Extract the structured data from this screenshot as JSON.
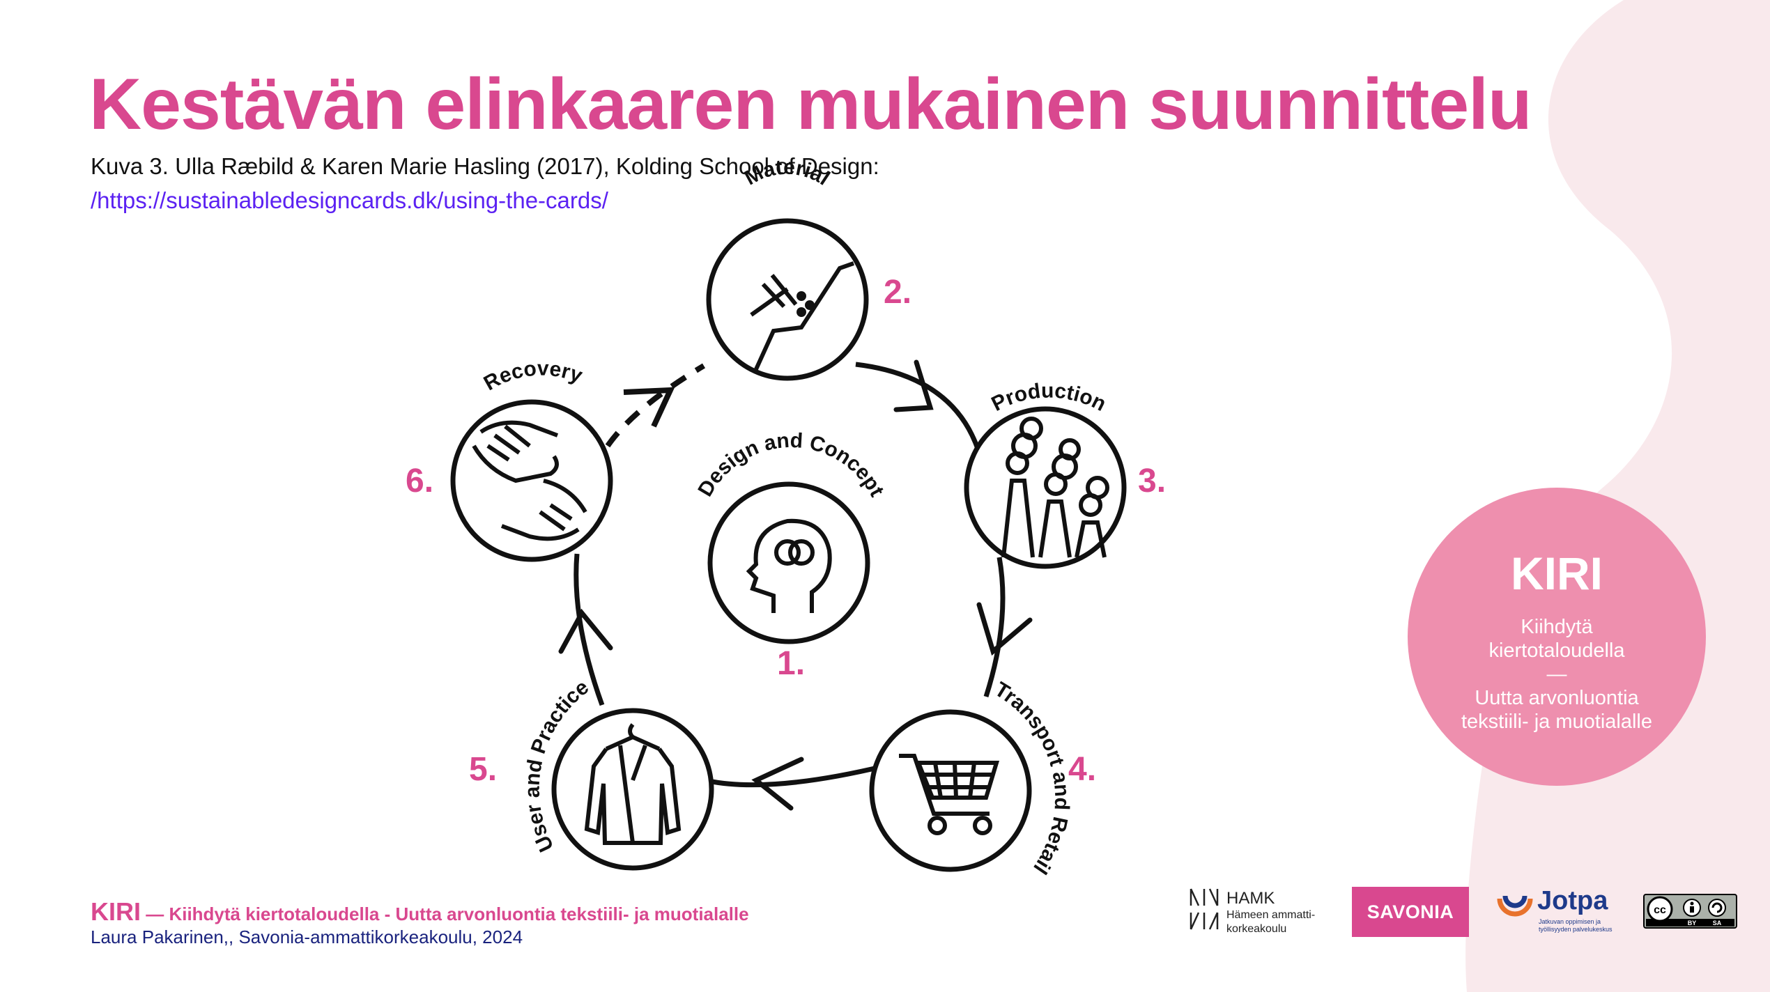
{
  "title": "Kestävän elinkaaren mukainen suunnittelu",
  "caption": {
    "text": "Kuva 3. Ulla Ræbild & Karen Marie Hasling (2017), Kolding School of Design: ",
    "link": "/https://sustainabledesigncards.dk/using-the-cards/"
  },
  "diagram": {
    "center": {
      "label": "Design and Concept",
      "number": "1.",
      "icon": "head-gears-icon"
    },
    "stages": [
      {
        "label": "Material",
        "number": "2.",
        "icon": "mining-pick-icon"
      },
      {
        "label": "Production",
        "number": "3.",
        "icon": "factory-smoke-icon"
      },
      {
        "label": "Transport and Retail",
        "number": "4.",
        "icon": "shopping-cart-icon"
      },
      {
        "label": "User and Practice",
        "number": "5.",
        "icon": "coat-hanger-icon"
      },
      {
        "label": "Recovery",
        "number": "6.",
        "icon": "handshake-icon"
      }
    ]
  },
  "kiri": {
    "title": "KIRI",
    "lines": [
      "Kiihdytä",
      "kiertotaloudella",
      "—",
      "Uutta arvonluontia",
      "tekstiili- ja muotialalle"
    ]
  },
  "footer": {
    "brand": "KIRI",
    "tagline": " — Kiihdytä kiertotaloudella - Uutta arvonluontia tekstiili- ja muotialalle",
    "author": "Laura Pakarinen,, Savonia-ammattikorkeakoulu, 2024"
  },
  "logos": {
    "hamk": {
      "name": "HAMK",
      "sub1": "Hämeen ammatti-",
      "sub2": "korkeakoulu"
    },
    "savonia": "SAVONIA",
    "jotpa": {
      "name": "Jotpa",
      "sub": "Jatkuvan oppimisen ja työllisyyden palvelukeskus"
    },
    "cc": {
      "by": "BY",
      "sa": "SA"
    }
  },
  "colors": {
    "accent": "#d9488f",
    "kiri_circle": "#ee8fae",
    "link": "#5b21f2",
    "author": "#1a237e",
    "blob": "#f9e9ec"
  }
}
